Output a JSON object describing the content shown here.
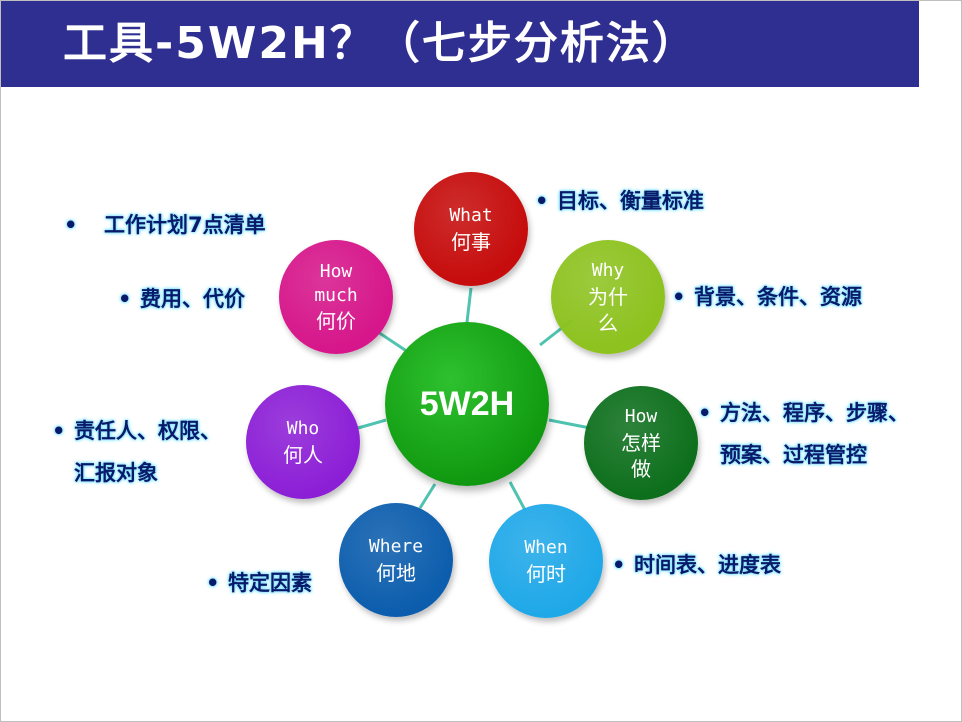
{
  "title": "工具-5W2H？（七步分析法）",
  "center": {
    "label": "5W2H"
  },
  "nodes": [
    {
      "id": "what",
      "en": "What",
      "zh": [
        "何事"
      ],
      "color": "#c60c0c"
    },
    {
      "id": "why",
      "en": "Why",
      "zh": [
        "为什",
        "么"
      ],
      "color": "#8dc21f"
    },
    {
      "id": "how",
      "en": "How",
      "zh": [
        "怎样",
        "做"
      ],
      "color": "#0d6f1c"
    },
    {
      "id": "when",
      "en": "When",
      "zh": [
        "何时"
      ],
      "color": "#1fa8e8"
    },
    {
      "id": "where",
      "en": "Where",
      "zh": [
        "何地"
      ],
      "color": "#0c5dad"
    },
    {
      "id": "who",
      "en": "Who",
      "zh": [
        "何人"
      ],
      "color": "#8c1fd6"
    },
    {
      "id": "howmuch",
      "en": "How much",
      "zh": [
        "何价"
      ],
      "color": "#d6168a"
    }
  ],
  "notes": {
    "plan": "工作计划7点清单",
    "what": "目标、衡量标准",
    "howmuch": "费用、代价",
    "why": "背景、条件、资源",
    "how": [
      "方法、程序、步骤、",
      "预案、过程管控"
    ],
    "who": [
      "责任人、权限、",
      "汇报对象"
    ],
    "when": "时间表、进度表",
    "where": "特定因素"
  },
  "bullet": "•",
  "connector_color": "#4fc3b0"
}
